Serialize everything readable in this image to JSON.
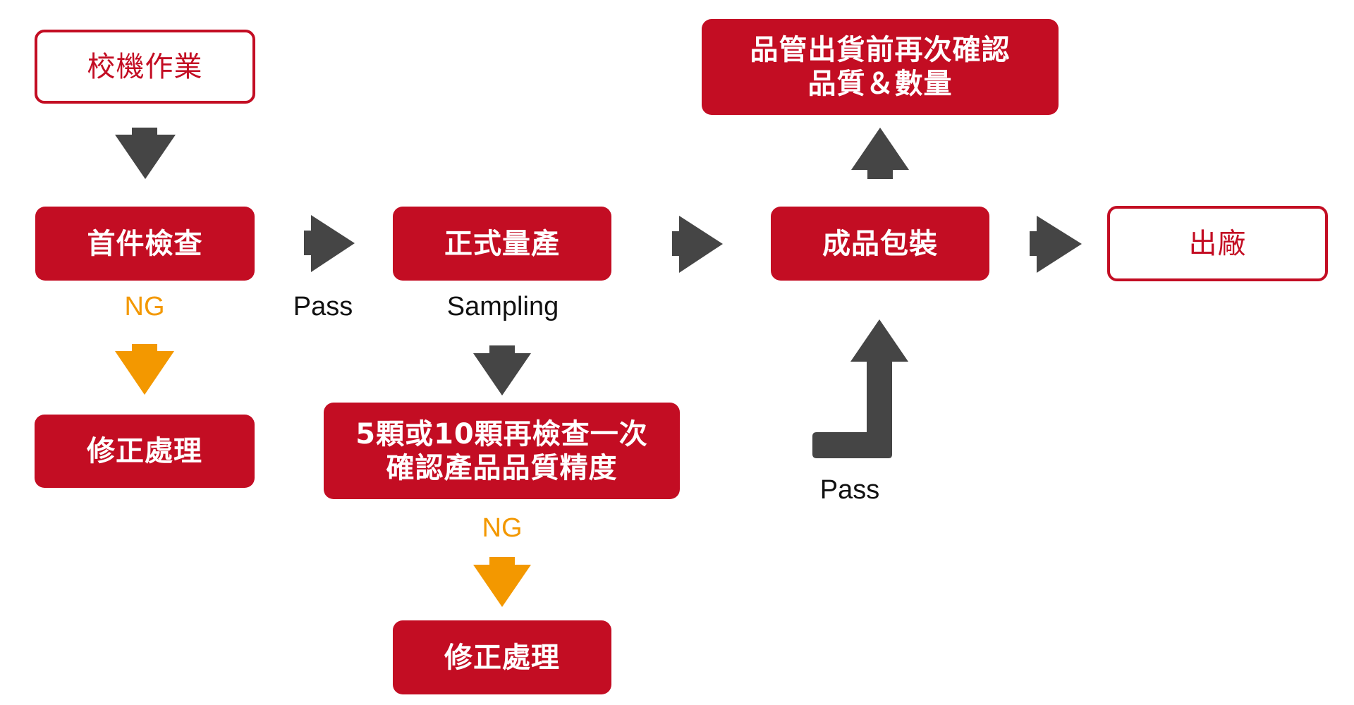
{
  "diagram": {
    "type": "process-flowchart",
    "colors": {
      "primary_red": "#C30D23",
      "ng_orange": "#F39800",
      "arrow_gray": "#454545",
      "text_white": "#FFFFFF"
    },
    "nodes": {
      "calibration": {
        "label": "校機作業"
      },
      "first_article": {
        "label": "首件檢查"
      },
      "fix_1": {
        "label": "修正處理"
      },
      "mass_production": {
        "label": "正式量產"
      },
      "resample": {
        "line1": "5顆或10顆再檢查一次",
        "line2": "確認產品品質精度"
      },
      "fix_2": {
        "label": "修正處理"
      },
      "packaging": {
        "label": "成品包裝"
      },
      "qc_recheck": {
        "line1": "品管出貨前再次確認",
        "line2": "品質＆數量"
      },
      "shipment": {
        "label": "出廠"
      }
    },
    "edge_labels": {
      "first_article_ng": "NG",
      "first_article_pass": "Pass",
      "sampling": "Sampling",
      "resample_ng": "NG",
      "resample_pass": "Pass"
    },
    "edges": [
      {
        "from": "calibration",
        "to": "first_article",
        "color": "gray"
      },
      {
        "from": "first_article",
        "to": "fix_1",
        "label": "NG",
        "color": "orange"
      },
      {
        "from": "first_article",
        "to": "mass_production",
        "label": "Pass",
        "color": "gray"
      },
      {
        "from": "mass_production",
        "to": "resample",
        "label": "Sampling",
        "color": "gray"
      },
      {
        "from": "resample",
        "to": "fix_2",
        "label": "NG",
        "color": "orange"
      },
      {
        "from": "resample",
        "to": "packaging",
        "label": "Pass",
        "color": "gray"
      },
      {
        "from": "mass_production",
        "to": "packaging",
        "color": "gray"
      },
      {
        "from": "packaging",
        "to": "qc_recheck",
        "color": "gray"
      },
      {
        "from": "packaging",
        "to": "shipment",
        "color": "gray"
      }
    ]
  }
}
